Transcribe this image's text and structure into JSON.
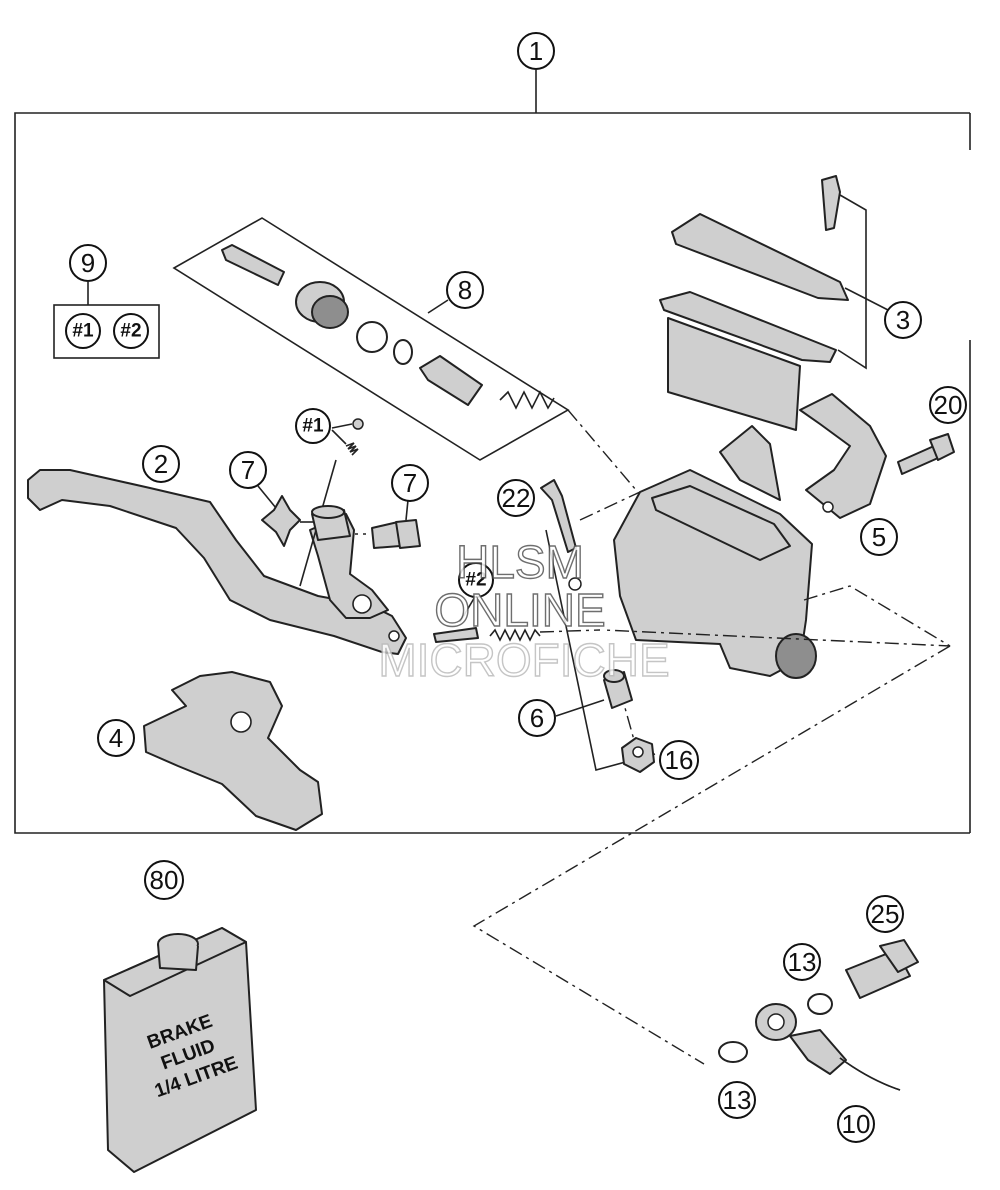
{
  "diagram": {
    "callouts": {
      "c1": "1",
      "c2": "2",
      "c3": "3",
      "c4": "4",
      "c5": "5",
      "c6": "6",
      "c7a": "7",
      "c7b": "7",
      "c8": "8",
      "c9": "9",
      "c10": "10",
      "c13a": "13",
      "c13b": "13",
      "c16": "16",
      "c20": "20",
      "c22": "22",
      "c25": "25",
      "c80": "80"
    },
    "subgroup_labels": {
      "g1": "#1",
      "g2": "#2",
      "g1_parts": "#1",
      "g2_parts": "#2"
    },
    "watermark": {
      "line1": "HLSM",
      "line2": "ONLINE",
      "line3": "MICROFICHE"
    },
    "can_label": {
      "line1": "BRAKE",
      "line2": "FLUID",
      "line3": "1/4 LITRE"
    }
  }
}
